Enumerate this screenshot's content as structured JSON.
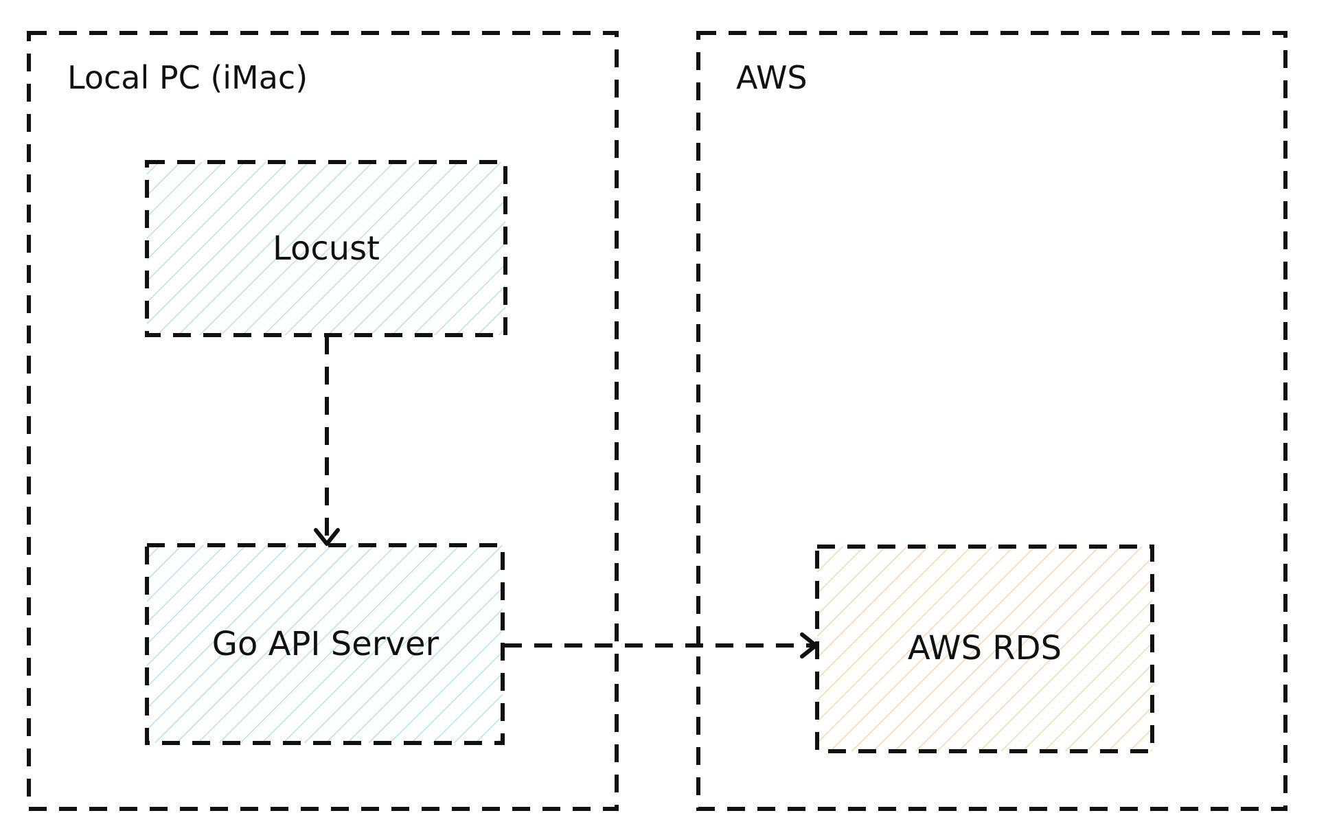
{
  "diagram": {
    "groups": [
      {
        "id": "local",
        "label": "Local PC (iMac)"
      },
      {
        "id": "aws",
        "label": "AWS"
      }
    ],
    "nodes": [
      {
        "id": "locust",
        "label": "Locust",
        "group": "local",
        "hatch_color": "#b9e6d3"
      },
      {
        "id": "api",
        "label": "Go API Server",
        "group": "local",
        "hatch_color": "#b3e3ef"
      },
      {
        "id": "rds",
        "label": "AWS RDS",
        "group": "aws",
        "hatch_color": "#f8d7aa"
      }
    ],
    "edges": [
      {
        "from": "locust",
        "to": "api",
        "style": "dashed",
        "arrow": "open"
      },
      {
        "from": "api",
        "to": "rds",
        "style": "dashed",
        "arrow": "open"
      }
    ],
    "colors": {
      "stroke": "#111111",
      "background": "#ffffff"
    }
  }
}
